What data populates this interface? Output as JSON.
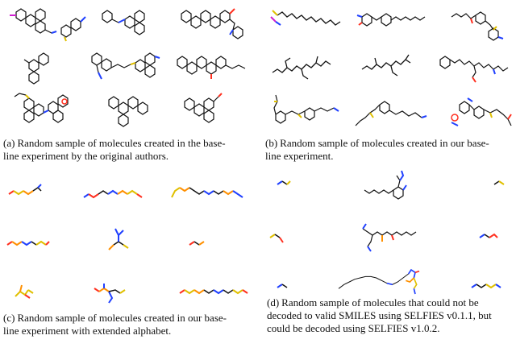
{
  "panels": {
    "a": {
      "label": "(a)",
      "caption_lines": [
        "Random sample of molecules created in the base-",
        "line experiment by the original authors."
      ]
    },
    "b": {
      "label": "(b)",
      "caption_lines": [
        "Random sample of molecules created in our base-",
        "line experiment."
      ]
    },
    "c": {
      "label": "(c)",
      "caption_lines": [
        "Random sample of molecules created in our base-",
        "line experiment with extended alphabet."
      ]
    },
    "d": {
      "label": "(d)",
      "caption_lines": [
        "Random sample of molecules that could not be",
        "decoded to valid SMILES using SELFIES v0.1.1, but",
        "could be decoded using SELFIES v1.0.2."
      ]
    }
  }
}
